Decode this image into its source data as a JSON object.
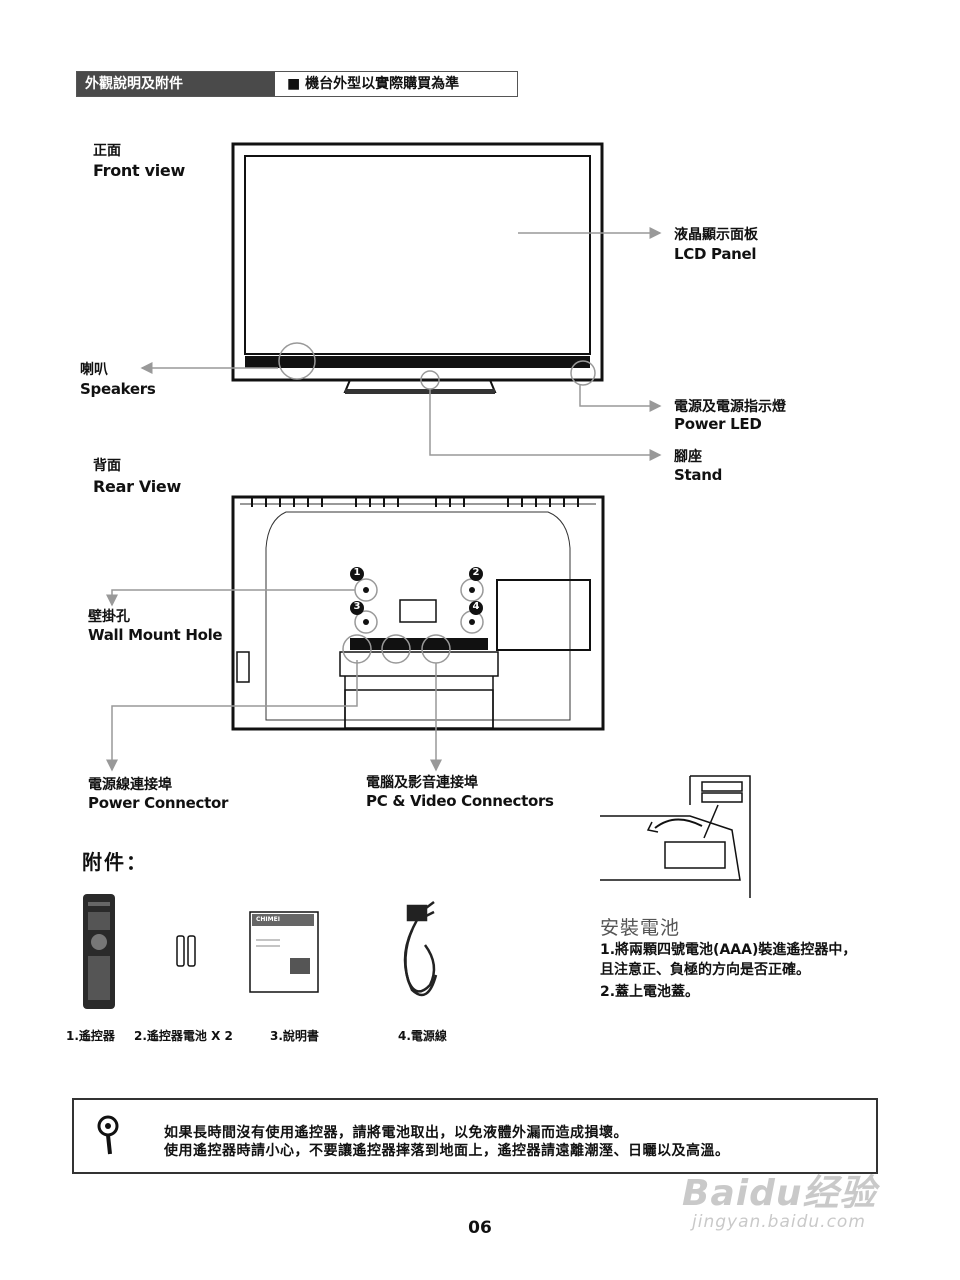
{
  "header": {
    "section_title": "外觀說明及附件",
    "note": "■  機台外型以實際購買為準"
  },
  "front_view": {
    "title_zh": "正面",
    "title_en": "Front view",
    "lcd_zh": "液晶顯示面板",
    "lcd_en": "LCD Panel",
    "speaker_zh": "喇叭",
    "speaker_en": "Speakers",
    "power_led_zh": "電源及電源指示燈",
    "power_led_en": "Power LED",
    "stand_zh": "腳座",
    "stand_en": "Stand"
  },
  "rear_view": {
    "title_zh": "背面",
    "title_en": "Rear View",
    "wall_mount_zh": "壁掛孔",
    "wall_mount_en": "Wall Mount Hole",
    "power_conn_zh": "電源線連接埠",
    "power_conn_en": "Power Connector",
    "pc_video_zh": "電腦及影音連接埠",
    "pc_video_en": "PC & Video Connectors",
    "hole_numbers": [
      "1",
      "2",
      "3",
      "4"
    ]
  },
  "accessories": {
    "title": "附件：",
    "items": [
      "1.遙控器",
      "2.遙控器電池 X 2",
      "3.說明書",
      "4.電源線"
    ],
    "manual_brand": "CHIMEI"
  },
  "battery": {
    "title": "安裝電池",
    "step1_line1": "1.將兩顆四號電池(AAA)裝進遙控器中，",
    "step1_line2": "且注意正、負極的方向是否正確。",
    "step2": "2.蓋上電池蓋。"
  },
  "notice": {
    "line1": "如果長時間沒有使用遙控器，請將電池取出，以免液體外漏而造成損壞。",
    "line2": "使用遙控器時請小心，不要讓遙控器摔落到地面上，遙控器請遠離潮溼、日曬以及高溫。"
  },
  "page_number": "06",
  "watermark": {
    "text": "Baidu经验",
    "url": "jingyan.baidu.com"
  },
  "colors": {
    "header_bg": "#4a4a4a",
    "arrow_gray": "#999999",
    "line": "#222222"
  }
}
